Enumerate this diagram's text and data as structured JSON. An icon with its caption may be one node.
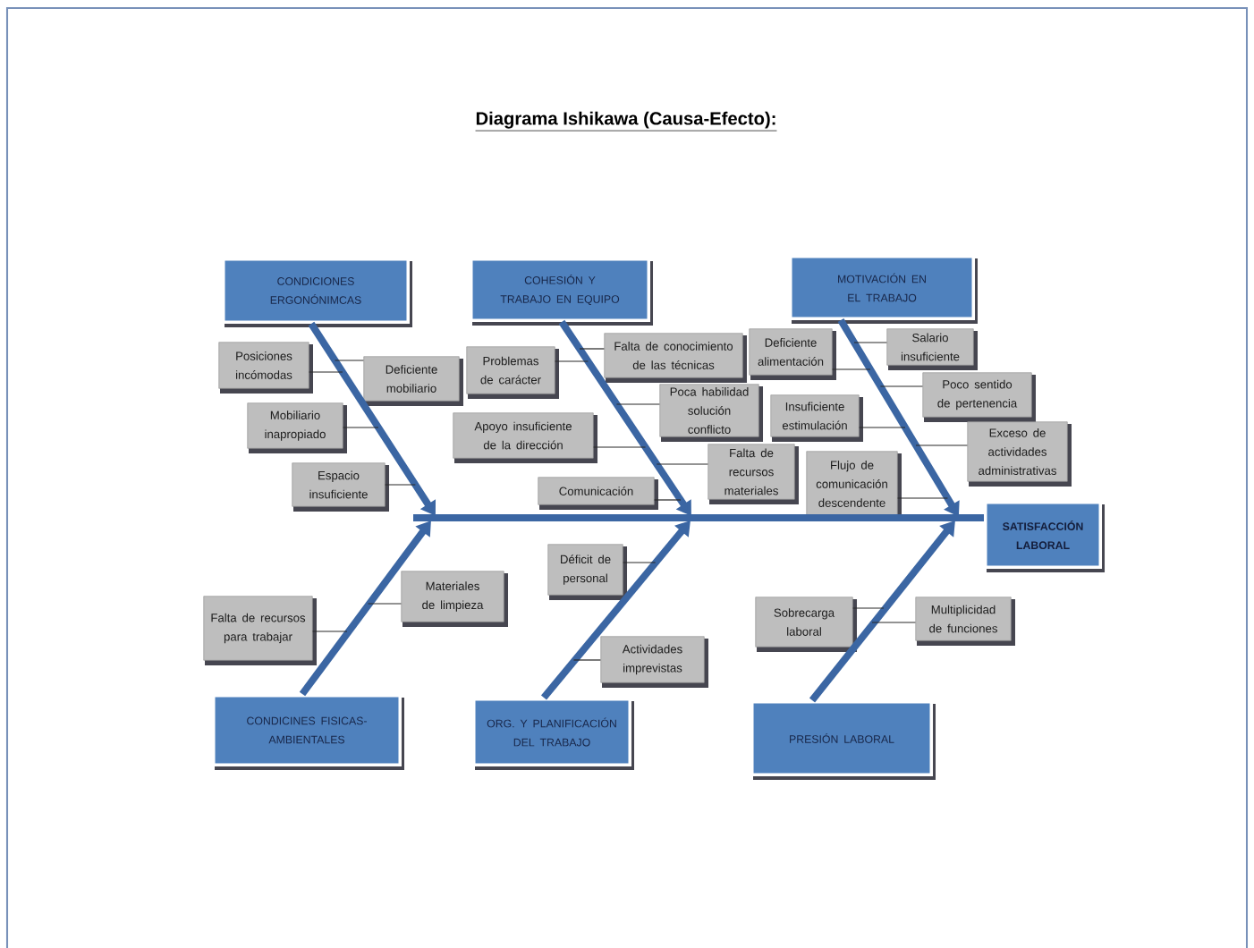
{
  "diagram": {
    "title": "Diagrama Ishikawa (Causa-Efecto):",
    "nodes": [
      {
        "text": [
          "CONDICIONES ERGONÓNIMCAS"
        ]
      },
      {
        "text": [
          "COHESIÓN Y TRABAJO EN EQUIPO"
        ]
      },
      {
        "text": [
          "MOTIVACIÓN EN EL TRABAJO"
        ]
      },
      {
        "text": [
          "Posiciones incómodas"
        ]
      },
      {
        "text": [
          "Deficiente mobiliario"
        ]
      },
      {
        "text": [
          "Mobiliario inapropiado"
        ]
      },
      {
        "text": [
          "Espacio insuficiente"
        ]
      },
      {
        "text": [
          "Problemas de carácter"
        ]
      },
      {
        "text": [
          "Falta de conocimiento de las técnicas"
        ]
      },
      {
        "text": [
          "Deficiente alimentación"
        ]
      },
      {
        "text": [
          "Salario insuficiente"
        ]
      },
      {
        "text": [
          "Poca habilidad solución conflicto"
        ]
      },
      {
        "text": [
          "Apoyo insuficiente de la dirección"
        ]
      },
      {
        "text": [
          "Insuficiente estimulación"
        ]
      },
      {
        "text": [
          "Poco sentido de pertenencia"
        ]
      },
      {
        "text": [
          "Falta de recursos materiales"
        ]
      },
      {
        "text": [
          "Comunicación"
        ]
      },
      {
        "text": [
          "Flujo de comunicación descendente"
        ]
      },
      {
        "text": [
          "Exceso de actividades administrativas"
        ]
      },
      {
        "text": [
          "SATISFACCIÓN LABORAL"
        ]
      },
      {
        "text": [
          "Déficit de personal"
        ]
      },
      {
        "text": [
          "Materiales de limpieza"
        ]
      },
      {
        "text": [
          "Falta de recursos para trabajar"
        ]
      },
      {
        "text": [
          "Sobrecarga laboral"
        ]
      },
      {
        "text": [
          "Multiplicidad de funciones"
        ]
      },
      {
        "text": [
          "Actividades imprevistas"
        ]
      },
      {
        "text": [
          "CONDICINES FISICAS-AMBIENTALES"
        ]
      },
      {
        "text": [
          "ORG. Y PLANIFICACIÓN DEL TRABAJO"
        ]
      },
      {
        "text": [
          "PRESIÓN LABORAL"
        ]
      }
    ],
    "edges": [
      {
        "from": 0,
        "to": null,
        "arrow": "to",
        "style": "thick",
        "color": "#3b66a3"
      },
      {
        "from": 1,
        "to": null,
        "arrow": "to",
        "style": "thick",
        "color": "#3b66a3"
      },
      {
        "from": 2,
        "to": null,
        "arrow": "to",
        "style": "thick",
        "color": "#3b66a3"
      },
      {
        "from": 26,
        "to": null,
        "arrow": "to",
        "style": "thick",
        "color": "#3b66a3"
      },
      {
        "from": 27,
        "to": null,
        "arrow": "to",
        "style": "thick",
        "color": "#3b66a3"
      },
      {
        "from": 28,
        "to": null,
        "arrow": "to",
        "style": "thick",
        "color": "#3b66a3"
      },
      {
        "from": null,
        "to": 19,
        "arrow": "none",
        "style": "thick",
        "color": "#3b66a3"
      },
      {
        "from": 3,
        "to": null,
        "arrow": "none"
      },
      {
        "from": 4,
        "to": null,
        "arrow": "none"
      },
      {
        "from": 5,
        "to": null,
        "arrow": "none"
      },
      {
        "from": 6,
        "to": null,
        "arrow": "none"
      },
      {
        "from": 7,
        "to": null,
        "arrow": "none"
      },
      {
        "from": 8,
        "to": null,
        "arrow": "none"
      },
      {
        "from": 11,
        "to": null,
        "arrow": "none"
      },
      {
        "from": 12,
        "to": null,
        "arrow": "none"
      },
      {
        "from": 15,
        "to": null,
        "arrow": "none"
      },
      {
        "from": 16,
        "to": null,
        "arrow": "none"
      },
      {
        "from": 9,
        "to": null,
        "arrow": "none"
      },
      {
        "from": 10,
        "to": null,
        "arrow": "none"
      },
      {
        "from": 14,
        "to": null,
        "arrow": "none"
      },
      {
        "from": 13,
        "to": null,
        "arrow": "none"
      },
      {
        "from": 18,
        "to": null,
        "arrow": "none"
      },
      {
        "from": 17,
        "to": null,
        "arrow": "none"
      },
      {
        "from": 22,
        "to": null,
        "arrow": "none"
      },
      {
        "from": 21,
        "to": null,
        "arrow": "none"
      },
      {
        "from": 20,
        "to": null,
        "arrow": "none"
      },
      {
        "from": 25,
        "to": null,
        "arrow": "none"
      },
      {
        "from": 23,
        "to": null,
        "arrow": "none"
      },
      {
        "from": 24,
        "to": null,
        "arrow": "none"
      }
    ]
  }
}
